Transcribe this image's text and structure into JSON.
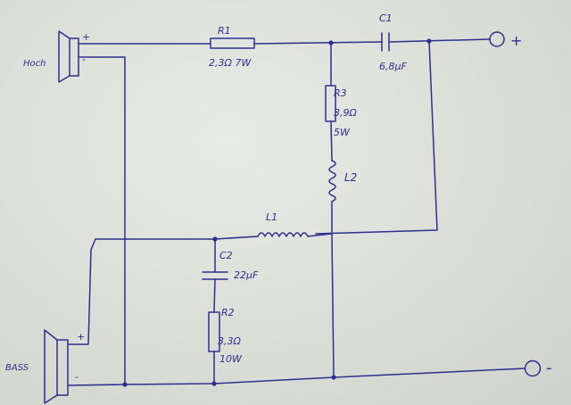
{
  "components": {
    "tweeter": {
      "label": "Hoch",
      "plus": "+",
      "minus": "-"
    },
    "bass": {
      "label": "BASS",
      "plus": "+",
      "minus": "-"
    },
    "r1": {
      "name": "R1",
      "value": "2,3Ω 7W"
    },
    "c1": {
      "name": "C1",
      "value": "6,8µF"
    },
    "r3": {
      "name": "R3",
      "value": "3,9Ω",
      "power": "5W"
    },
    "l2": {
      "name": "L2"
    },
    "l1": {
      "name": "L1"
    },
    "c2": {
      "name": "C2",
      "value": "22µF"
    },
    "r2": {
      "name": "R2",
      "value": "3,3Ω",
      "power": "10W"
    },
    "terminal_plus": {
      "sign": "+"
    },
    "terminal_minus": {
      "sign": "-"
    }
  },
  "colors": {
    "ink": "#2e2f8f",
    "paper": "#dcdfd8"
  }
}
